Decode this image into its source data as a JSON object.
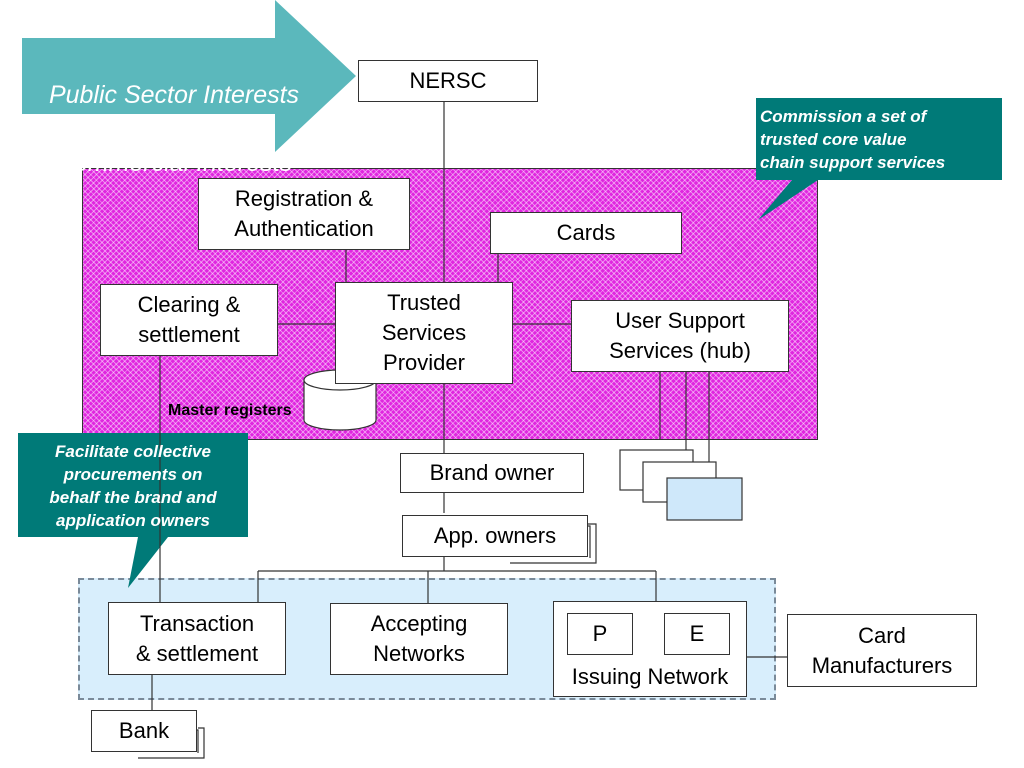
{
  "arrow": {
    "line1": "Public Sector Interests",
    "line2": "Commercial Interests"
  },
  "nodes": {
    "nersc": "NERSC",
    "registration": "Registration &\nAuthentication",
    "cards": "Cards",
    "clearing": "Clearing &\nsettlement",
    "trusted": "Trusted\nServices\nProvider",
    "user_support": "User Support\nServices (hub)",
    "master_registers": "Master registers",
    "brand_owner": "Brand owner",
    "app_owners": "App. owners",
    "transaction": "Transaction\n& settlement",
    "accepting": "Accepting\nNetworks",
    "issuing_p": "P",
    "issuing_e": "E",
    "issuing": "Issuing Network",
    "card_manufacturers": "Card\nManufacturers",
    "bank": "Bank"
  },
  "callouts": {
    "commission": "Commission a set of\ntrusted core value\nchain support services",
    "facilitate": "Facilitate collective\nprocurements on\nbehalf the brand and\napplication owners"
  },
  "colors": {
    "pink_zone": "#e026e0",
    "callout_teal": "#007a78",
    "arrow_teal": "#5bb8bc",
    "blue_zone": "#d8eefc",
    "hub_box": "#cfe8fa"
  }
}
